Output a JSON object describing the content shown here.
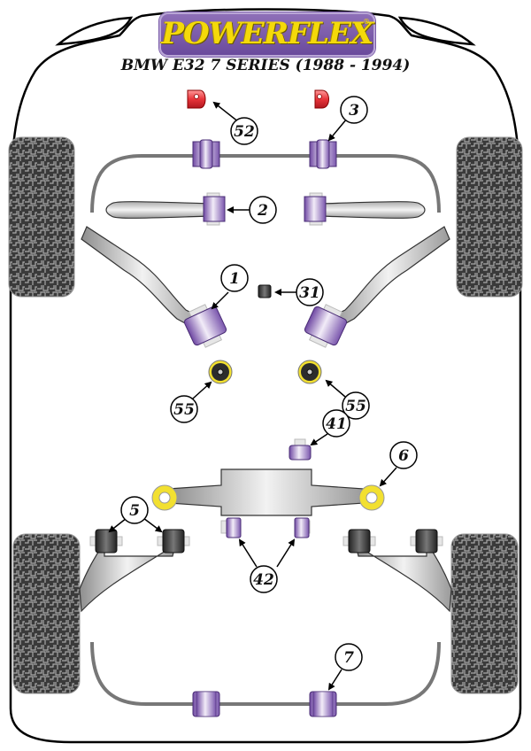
{
  "brand": {
    "logo_text": "POWERFLEX",
    "registered_mark": "®",
    "logo_color": "#f4d90a",
    "logo_bg_color": "#7a5ca8"
  },
  "title": "BMW E32 7 SERIES (1988 - 1994)",
  "colors": {
    "bush_purple": "#8a66b8",
    "bush_black": "#333333",
    "bush_yellow": "#f2e030",
    "bump_stop_red": "#e8343a",
    "arm_grey": "#c8c8c8",
    "tyre": "#3a3a3a",
    "outline": "#000000"
  },
  "callouts": [
    {
      "id": "52",
      "label": "52",
      "part": "front anti-roll bar bump stop (red)"
    },
    {
      "id": "3",
      "label": "3",
      "part": "front anti-roll bar mount bush"
    },
    {
      "id": "2",
      "label": "2",
      "part": "front radius arm to chassis bush"
    },
    {
      "id": "1",
      "label": "1",
      "part": "front wishbone bush"
    },
    {
      "id": "31",
      "label": "31",
      "part": "small bush"
    },
    {
      "id": "55-left",
      "label": "55",
      "part": "front strut top mount bush (left)"
    },
    {
      "id": "55-right",
      "label": "55",
      "part": "front strut top mount bush (right)"
    },
    {
      "id": "41",
      "label": "41",
      "part": "differential mount bush"
    },
    {
      "id": "6",
      "label": "6",
      "part": "rear subframe / diff carrier bush"
    },
    {
      "id": "5",
      "label": "5",
      "part": "rear trailing arm bushes"
    },
    {
      "id": "42",
      "label": "42",
      "part": "rear subframe mount bushes"
    },
    {
      "id": "7",
      "label": "7",
      "part": "rear anti-roll bar mount bush"
    }
  ]
}
